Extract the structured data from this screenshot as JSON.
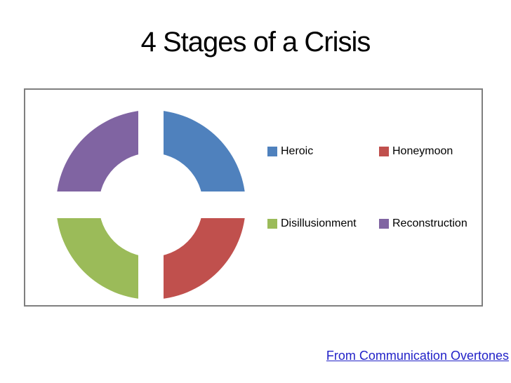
{
  "slide": {
    "title": "4 Stages of a Crisis",
    "credit_link_text": "From Communication Overtones"
  },
  "chart_data": {
    "type": "pie",
    "subtype": "doughnut-exploded",
    "title": "",
    "categories": [
      "Heroic",
      "Honeymoon",
      "Disillusionment",
      "Reconstruction"
    ],
    "values": [
      25,
      25,
      25,
      25
    ],
    "colors": [
      "#4f81bd",
      "#c0504d",
      "#9bbb59",
      "#8064a2"
    ],
    "legend_position": "right",
    "legend": [
      {
        "label": "Heroic",
        "color": "#4f81bd"
      },
      {
        "label": "Honeymoon",
        "color": "#c0504d"
      },
      {
        "label": "Disillusionment",
        "color": "#9bbb59"
      },
      {
        "label": "Reconstruction",
        "color": "#8064a2"
      }
    ]
  },
  "colors": {
    "hyperlink": "#2222c8",
    "panel_border": "#7f7f7f",
    "title_text": "#000000",
    "legend_text": "#000000"
  }
}
